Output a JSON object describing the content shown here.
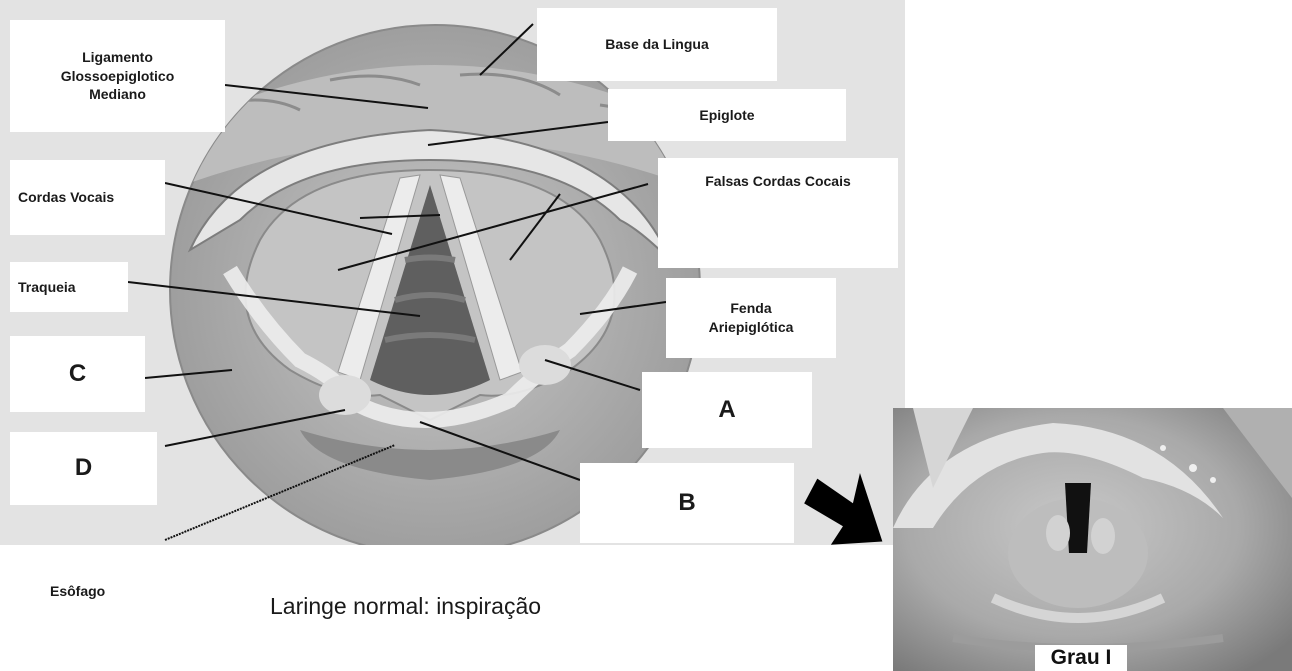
{
  "title": "Laringe normal: inspiração",
  "labels": {
    "ligamento": [
      "Ligamento",
      "Glossoepiglotico",
      "Mediano"
    ],
    "base_lingua": "Base da Lingua",
    "epiglote": "Epiglote",
    "cordas_vocais": "Cordas Vocais",
    "falsas_cordas": "Falsas Cordas Cocais",
    "traqueia": "Traqueia",
    "fenda": [
      "Fenda",
      "Ariepiglótica"
    ],
    "c": "C",
    "d": "D",
    "a": "A",
    "b": "B",
    "esofago": "Esôfago"
  },
  "photo_label": "Grau I",
  "colors": {
    "outer_circle": "#a6a6a6",
    "tissue_light": "#d0d0d0",
    "airway_dark": "#565656",
    "leader_line": "#111111"
  }
}
